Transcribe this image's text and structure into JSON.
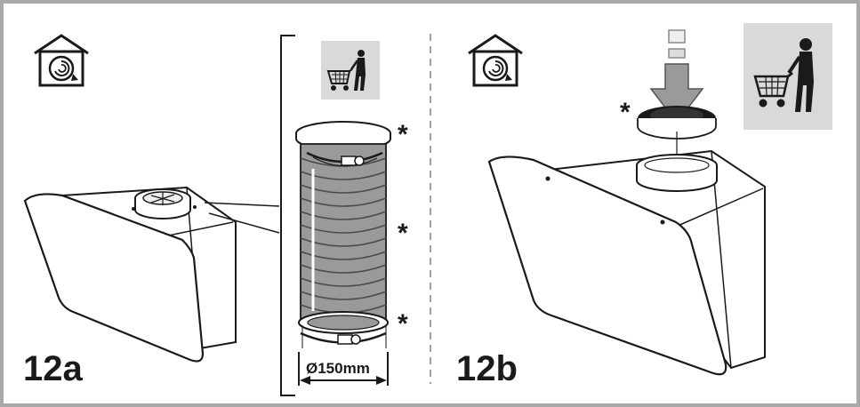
{
  "panel_a": {
    "label": "12a",
    "diameter_label": "Ø150mm",
    "accessory_marks": [
      "*",
      "*",
      "*"
    ],
    "icons": [
      "recirculation-home-icon",
      "optional-accessory-shopping-cart-icon"
    ]
  },
  "panel_b": {
    "label": "12b",
    "accessory_marks": [
      "*"
    ],
    "icons": [
      "recirculation-home-icon",
      "optional-accessory-shopping-cart-icon"
    ]
  },
  "colors": {
    "frame": "#a9a9a9",
    "icon_bg": "#d9d9d9",
    "duct": "#9a9a9a",
    "line": "#1a1a1a"
  }
}
